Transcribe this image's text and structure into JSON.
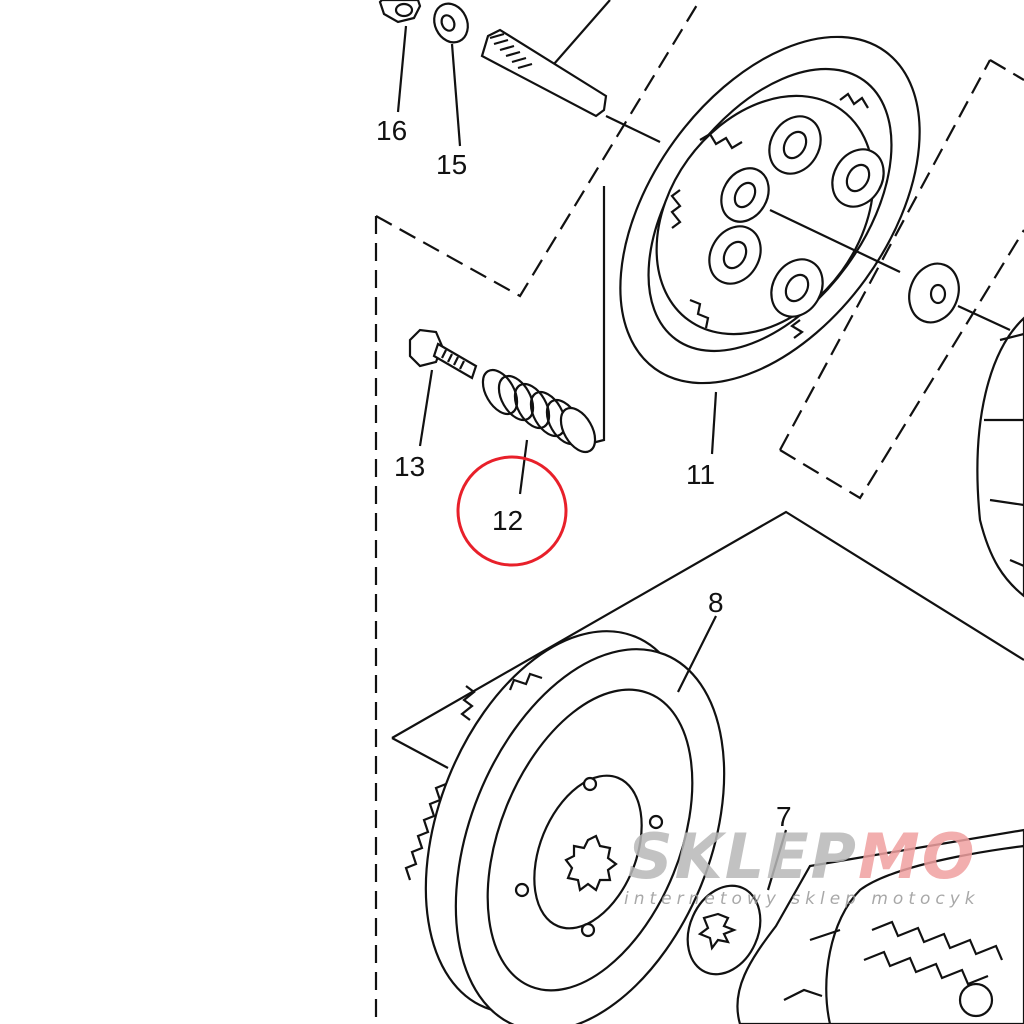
{
  "callouts": [
    {
      "id": "16",
      "label": "16"
    },
    {
      "id": "15",
      "label": "15"
    },
    {
      "id": "13",
      "label": "13"
    },
    {
      "id": "12",
      "label": "12"
    },
    {
      "id": "11",
      "label": "11"
    },
    {
      "id": "8",
      "label": "8"
    },
    {
      "id": "7",
      "label": "7"
    }
  ],
  "highlight": {
    "part": "12",
    "color": "#e8202a"
  },
  "watermark": {
    "brand_left": "SKLEP",
    "brand_right": "MO",
    "tagline": "internetowy sklep motocyk",
    "colors": {
      "left": "#b8b8b8",
      "right": "#f0a0a0"
    }
  }
}
